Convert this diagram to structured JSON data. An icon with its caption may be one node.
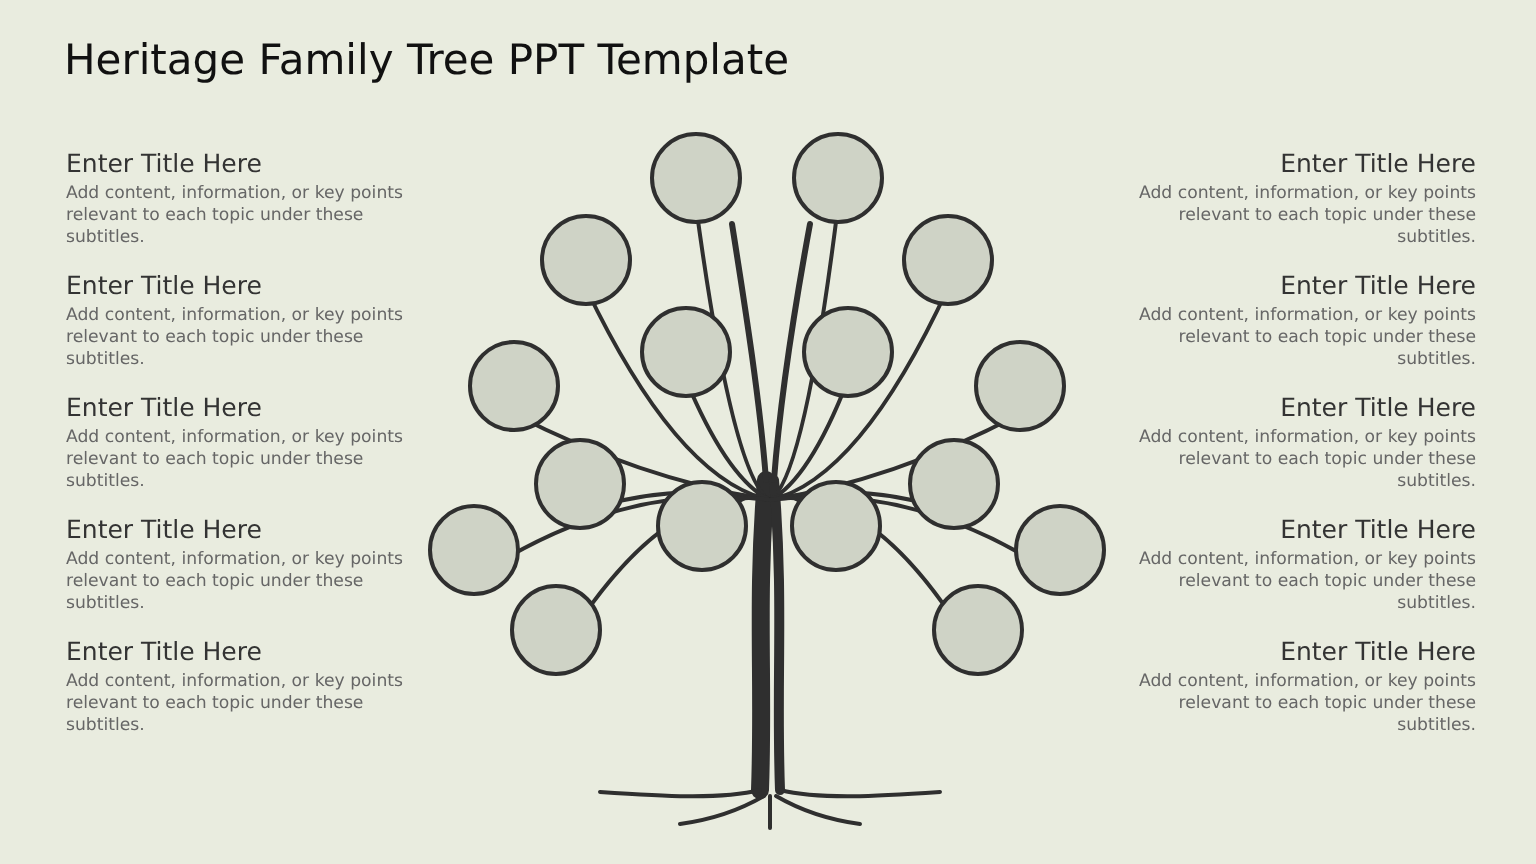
{
  "diagram": {
    "title": "Heritage Family Tree PPT Template",
    "labels": [
      "Enter Title Here",
      "Add content, information, or key points relevant to each topic under these subtitles.",
      "Enter Title Here",
      "Add content, information, or key points relevant to each topic under these subtitles.",
      "Enter Title Here",
      "Add content, information, or key points relevant to each topic under these subtitles.",
      "Enter Title Here",
      "Add content, information, or key points relevant to each topic under these subtitles.",
      "Enter Title Here",
      "Add content, information, or key points relevant to each topic under these subtitles.",
      "Enter Title Here",
      "Add content, information, or key points relevant to each topic under these subtitles.",
      "Enter Title Here",
      "Add content, information, or key points relevant to each topic under these subtitles.",
      "Enter Title Here",
      "Add content, information, or key points relevant to each topic under these subtitles.",
      "Enter Title Here",
      "Add content, information, or key points relevant to each topic under these subtitles.",
      "Enter Title Here",
      "Add content, information, or key points relevant to each topic under these subtitles."
    ]
  }
}
